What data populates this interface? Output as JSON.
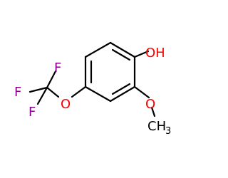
{
  "molecule": {
    "atoms": {
      "oh": "OH",
      "o_methoxy": "O",
      "ch3_main": "CH",
      "ch3_sub": "3",
      "o_ether": "O",
      "f_top": "F",
      "f_left": "F",
      "f_bottom": "F"
    },
    "colors": {
      "bond": "#000000",
      "oxygen": "#ff0000",
      "fluorine": "#8b008b",
      "carbon_label": "#000000"
    }
  }
}
